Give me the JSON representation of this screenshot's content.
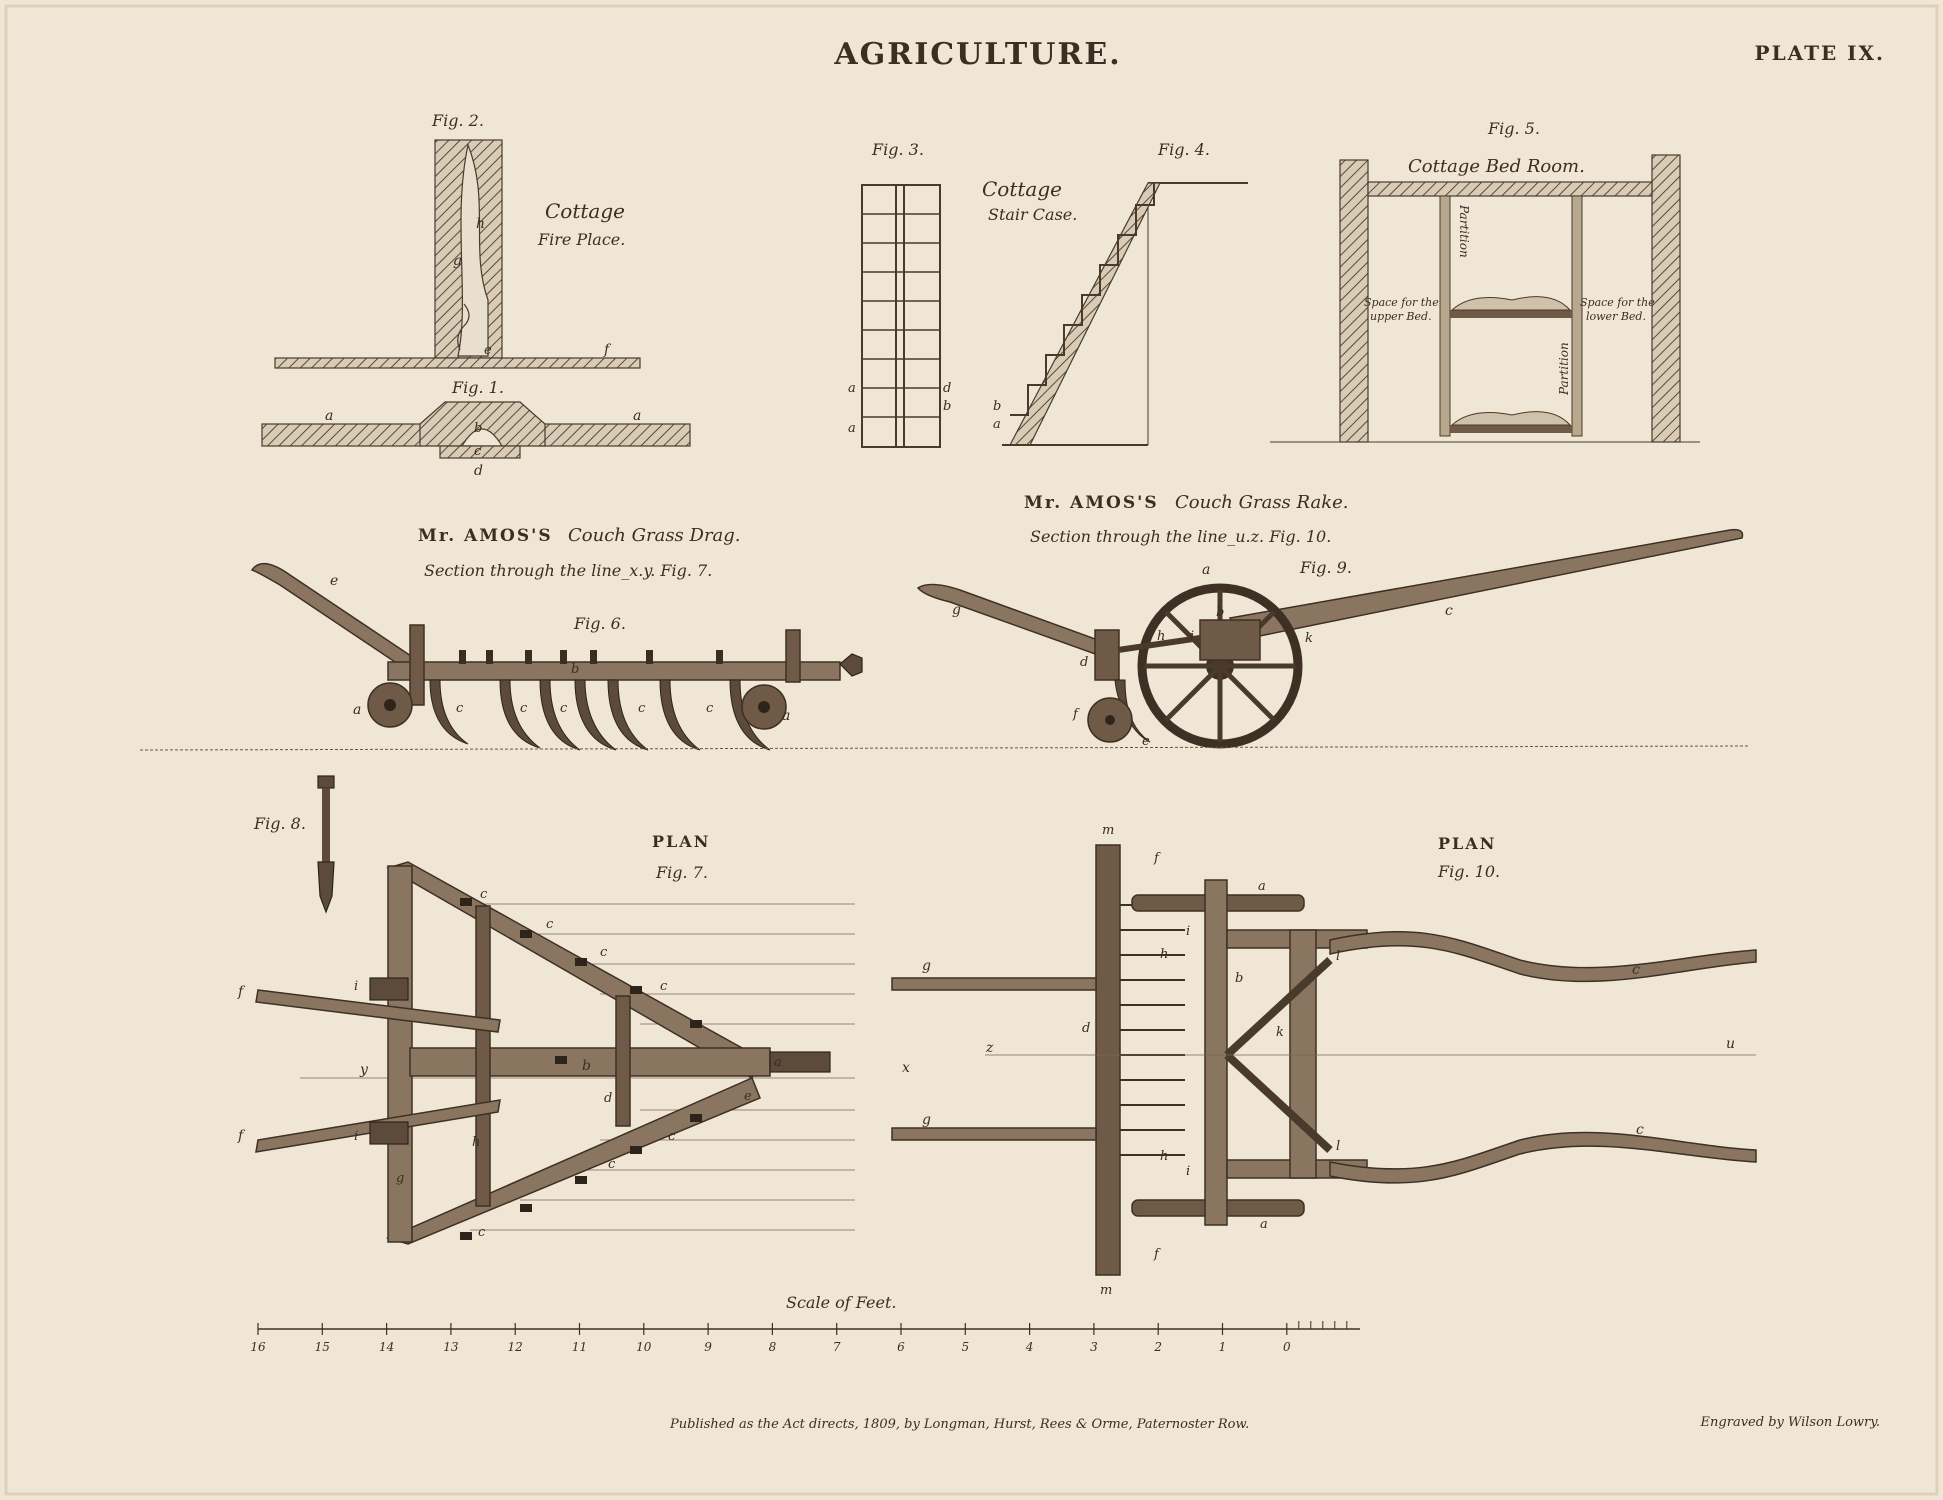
{
  "title": "AGRICULTURE.",
  "plate_number": "PLATE IX.",
  "figures": {
    "fig1": "Fig. 1.",
    "fig2": "Fig. 2.",
    "fig3": "Fig. 3.",
    "fig4": "Fig. 4.",
    "fig5": "Fig. 5.",
    "fig6": "Fig. 6.",
    "fig7": "Fig. 7.",
    "fig8": "Fig. 8.",
    "fig9": "Fig. 9.",
    "fig10": "Fig. 10."
  },
  "captions": {
    "fireplace_1": "Cottage",
    "fireplace_2": "Fire Place.",
    "staircase_1": "Cottage",
    "staircase_2": "Stair Case.",
    "bedroom": "Cottage  Bed Room.",
    "partition": "Partition",
    "upper_bed_1": "Space for the",
    "upper_bed_2": "upper Bed.",
    "lower_bed_1": "Space for the",
    "lower_bed_2": "lower Bed.",
    "drag_title_name": "Mr. AMOS'S",
    "drag_title_rest": "Couch Grass Drag.",
    "drag_section": "Section through the line_x.y. Fig. 7.",
    "rake_title_name": "Mr. AMOS'S",
    "rake_title_rest": "Couch Grass Rake.",
    "rake_section": "Section through the line_u.z. Fig. 10.",
    "plan_left": "PLAN",
    "plan_right": "PLAN",
    "scale_label": "Scale of Feet."
  },
  "scale_numbers": [
    "16",
    "15",
    "14",
    "13",
    "12",
    "11",
    "10",
    "9",
    "8",
    "7",
    "6",
    "5",
    "4",
    "3",
    "2",
    "1",
    "0"
  ],
  "footer_publisher": "Published as the Act directs, 1809, by Longman, Hurst, Rees & Orme, Paternoster Row.",
  "footer_engraver": "Engraved by Wilson Lowry.",
  "letters": {
    "a": "a",
    "b": "b",
    "c": "c",
    "d": "d",
    "e": "e",
    "f": "f",
    "g": "g",
    "h": "h",
    "i": "i",
    "k": "k",
    "l": "l",
    "m": "m",
    "u": "u",
    "x": "x",
    "y": "y",
    "z": "z"
  },
  "colors": {
    "paper": "#efe6d6",
    "ink": "#3b2e22",
    "wood": "#8a7560"
  }
}
